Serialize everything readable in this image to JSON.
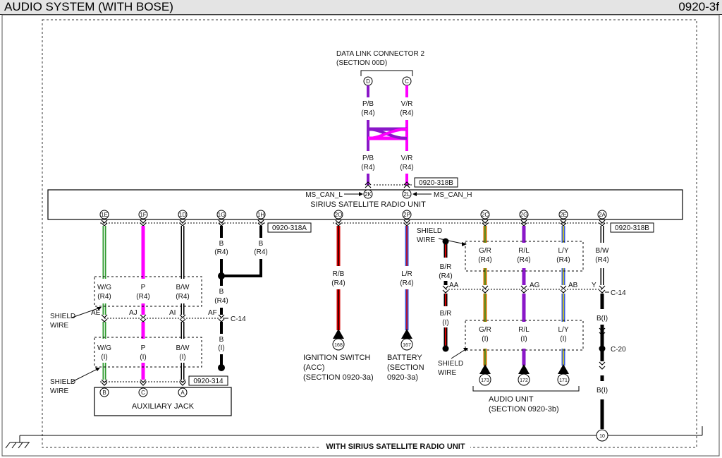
{
  "header": {
    "title": "AUDIO SYSTEM (WITH BOSE)",
    "code": "0920-3f"
  },
  "footer": {
    "label": "WITH SIRIUS SATELLITE RADIO UNIT"
  },
  "dlc": {
    "title": "DATA LINK CONNECTOR 2",
    "section": "(SECTION 00D)",
    "pins": [
      "D",
      "C"
    ],
    "wires_top": [
      [
        "P/B",
        "(R4)"
      ],
      [
        "V/R",
        "(R4)"
      ]
    ],
    "wires_bottom": [
      [
        "P/B",
        "(R4)"
      ],
      [
        "V/R",
        "(R4)"
      ]
    ]
  },
  "radio_unit": {
    "name": "SIRIUS SATELLITE RADIO UNIT",
    "ms_can_l": "MS_CAN_L",
    "ms_can_h": "MS_CAN_H",
    "pin_l": "2K",
    "pin_h": "2L",
    "connectors": {
      "top": "0920-318B",
      "left": "0920-318A",
      "right": "0920-318B"
    },
    "pins": [
      "1E",
      "1F",
      "1D",
      "1G",
      "1H",
      "2O",
      "2P",
      "2C",
      "2G",
      "2E",
      "2A"
    ]
  },
  "aux": {
    "wires_upper": [
      [
        "W/G",
        "(R4)"
      ],
      [
        "P",
        "(R4)"
      ],
      [
        "B/W",
        "(R4)"
      ]
    ],
    "wires_lower": [
      [
        "W/G",
        "(I)"
      ],
      [
        "P",
        "(I)"
      ],
      [
        "B/W",
        "(I)"
      ]
    ],
    "splices": [
      "AE",
      "AJ",
      "AI",
      "AF"
    ],
    "c14": "C-14",
    "shield_wire_1": [
      "SHIELD",
      "WIRE"
    ],
    "shield_wire_2": [
      "SHIELD",
      "WIRE"
    ],
    "connector": "0920-314",
    "pins": [
      "B",
      "C",
      "A"
    ],
    "jack_label": "AUXILIARY JACK"
  },
  "ground_branch": {
    "g_wire": [
      "B",
      "(R4)"
    ],
    "h_wire": [
      "B",
      "(R4)"
    ],
    "joined": [
      "B",
      "(R4)"
    ],
    "lower": [
      "B",
      "(I)"
    ]
  },
  "ignition": {
    "wire": [
      "R/B",
      "(R4)"
    ],
    "ref": "168",
    "label": [
      "IGNITION SWITCH",
      "(ACC)",
      "(SECTION 0920-3a)"
    ]
  },
  "battery": {
    "wire": [
      "L/R",
      "(R4)"
    ],
    "ref": "167",
    "label": [
      "BATTERY",
      "(SECTION",
      "0920-3a)"
    ]
  },
  "audio_unit": {
    "shield_top": [
      "SHIELD",
      "WIRE"
    ],
    "shield_bottom": [
      "SHIELD",
      "WIRE"
    ],
    "br_upper": [
      "B/R",
      "(R4)"
    ],
    "br_lower": [
      "B/R",
      "(I)"
    ],
    "wires_upper": [
      [
        "G/R",
        "(R4)"
      ],
      [
        "R/L",
        "(R4)"
      ],
      [
        "L/Y",
        "(R4)"
      ]
    ],
    "wires_lower": [
      [
        "G/R",
        "(I)"
      ],
      [
        "R/L",
        "(I)"
      ],
      [
        "L/Y",
        "(I)"
      ]
    ],
    "splices": [
      "AA",
      "AG",
      "AB",
      "Y"
    ],
    "c14": "C-14",
    "refs": [
      "173",
      "172",
      "171"
    ],
    "label": [
      "AUDIO UNIT",
      "(SECTION 0920-3b)"
    ]
  },
  "ground": {
    "upper": [
      "B/W",
      "(R4)"
    ],
    "middle": "B(I)",
    "c20": "C-20",
    "lower": "B(I)",
    "ref": "10"
  },
  "colors": {
    "green": "#2e9b2e",
    "magenta": "#ff00ff",
    "purple": "#8a17c8",
    "red": "#d40000",
    "orange": "#d97000",
    "yellow": "#e8e000",
    "blue": "#3b5bdb",
    "black": "#000000",
    "white_wire": "#ffffff"
  }
}
